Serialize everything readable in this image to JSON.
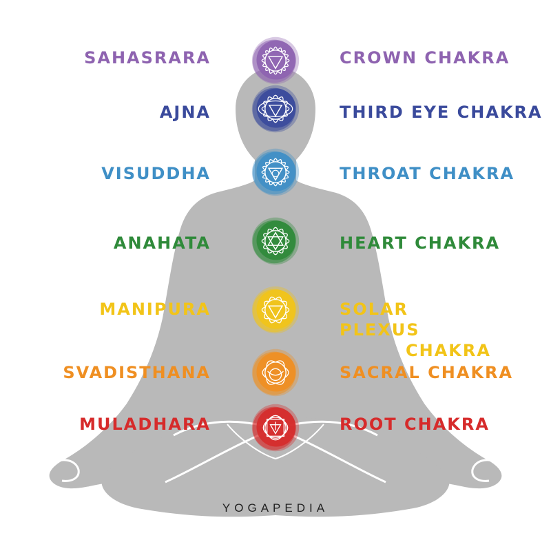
{
  "brand": "YOGAPEDIA",
  "colors": {
    "silhouette": "#b9b9b9",
    "background": "#ffffff"
  },
  "chakras": [
    {
      "sanskrit": "SAHASRARA",
      "english": "CROWN CHAKRA",
      "color": "#8e63b0",
      "icon": "lotus-crown-icon"
    },
    {
      "sanskrit": "AJNA",
      "english": "THIRD EYE CHAKRA",
      "color": "#3a4a9c",
      "icon": "third-eye-icon"
    },
    {
      "sanskrit": "VISUDDHA",
      "english": "THROAT CHAKRA",
      "color": "#3f8fc6",
      "icon": "throat-icon"
    },
    {
      "sanskrit": "ANAHATA",
      "english": "HEART CHAKRA",
      "color": "#2f8a3a",
      "icon": "heart-star-icon"
    },
    {
      "sanskrit": "MANIPURA",
      "english": "SOLAR PLEXUS",
      "english2": "CHAKRA",
      "color": "#f2c418",
      "icon": "solar-plexus-icon"
    },
    {
      "sanskrit": "SVADISTHANA",
      "english": "SACRAL CHAKRA",
      "color": "#ef8f22",
      "icon": "sacral-icon"
    },
    {
      "sanskrit": "MULADHARA",
      "english": "ROOT CHAKRA",
      "color": "#d62b2b",
      "icon": "root-square-icon"
    }
  ]
}
